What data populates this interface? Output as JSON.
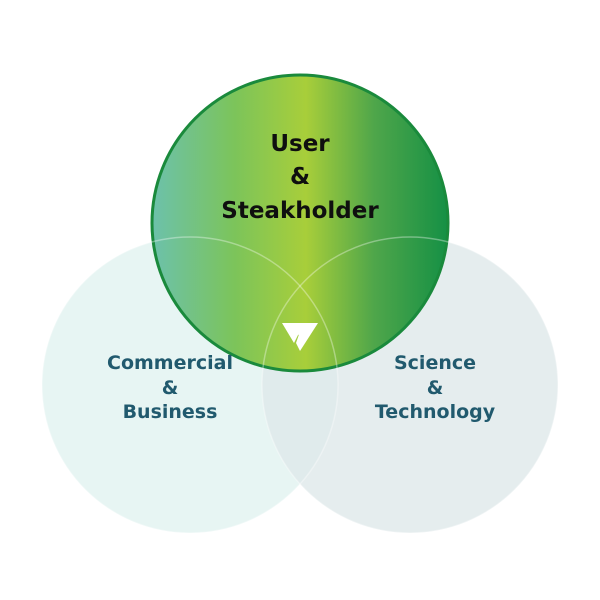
{
  "diagram": {
    "type": "venn",
    "sets": [
      {
        "id": "user",
        "lines": [
          "User",
          "&",
          "Steakholder"
        ],
        "gradient": [
          "#6cc1ab",
          "#7cc45a",
          "#a8ce3a",
          "#4fa64a",
          "#159045"
        ],
        "stroke": "#1a8a3c"
      },
      {
        "id": "commercial",
        "lines": [
          "Commercial",
          "&",
          "Business"
        ],
        "fill": "#e3f3f1"
      },
      {
        "id": "science",
        "lines": [
          "Science",
          "&",
          "Technology"
        ],
        "fill": "#dfe8ea"
      }
    ],
    "label_color": "#215a6e",
    "center_logo": {
      "name": "v-logo-mark",
      "color": "#ffffff"
    }
  }
}
